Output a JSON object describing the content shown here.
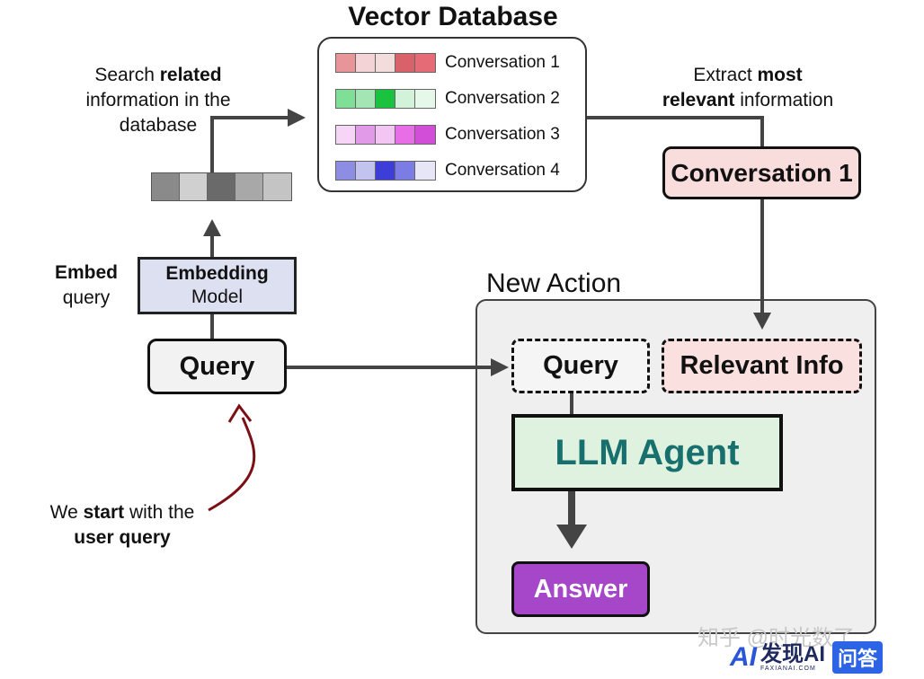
{
  "colors": {
    "conv1": [
      "#e8959a",
      "#f4d3d6",
      "#f3dcdc",
      "#d9626a",
      "#e56c76"
    ],
    "conv2": [
      "#7fdf97",
      "#a4e6b3",
      "#19c23f",
      "#d2f3d9",
      "#e5f8e9"
    ],
    "conv3": [
      "#f6d5f6",
      "#e09ae8",
      "#f3c5f3",
      "#e86ee8",
      "#d24ed8"
    ],
    "conv4": [
      "#8d8de3",
      "#c3c3ef",
      "#3d3dd8",
      "#7c7ce5",
      "#e6e6f7"
    ],
    "embedding": [
      "#8a8a8a",
      "#d0d0d0",
      "#6a6a6a",
      "#a8a8a8",
      "#c4c4c4"
    ],
    "llm_text": "#17706d",
    "answer_bg": "#a646c8",
    "arrow_red": "#7a0f14"
  },
  "vector_db": {
    "title": "Vector Database",
    "conversations": [
      "Conversation 1",
      "Conversation 2",
      "Conversation 3",
      "Conversation 4"
    ]
  },
  "labels": {
    "search": {
      "line1_pre": "Search ",
      "line1_bold": "related",
      "line2": "information in the",
      "line3": "database"
    },
    "extract": {
      "line1_pre": "Extract ",
      "line1_bold": "most",
      "line2_bold": "relevant",
      "line2_post": " information"
    },
    "embed": {
      "bold": "Embed",
      "line2": "query"
    },
    "start": {
      "line1_pre": "We ",
      "line1_bold": "start",
      "line1_post": " with the",
      "line2_bold": "user query"
    }
  },
  "nodes": {
    "conversation1": "Conversation 1",
    "embedding_model_line1": "Embedding",
    "embedding_model_line2": "Model",
    "query": "Query",
    "new_action_title": "New Action",
    "query_inner": "Query",
    "relevant_info": "Relevant Info",
    "llm_agent": "LLM Agent",
    "answer": "Answer"
  },
  "watermark": {
    "text": "知乎 @时光数了",
    "logo_mark": "AI",
    "logo_name": "发现AI",
    "logo_sub": "FAXIANAI.COM",
    "logo_badge": "问答"
  }
}
